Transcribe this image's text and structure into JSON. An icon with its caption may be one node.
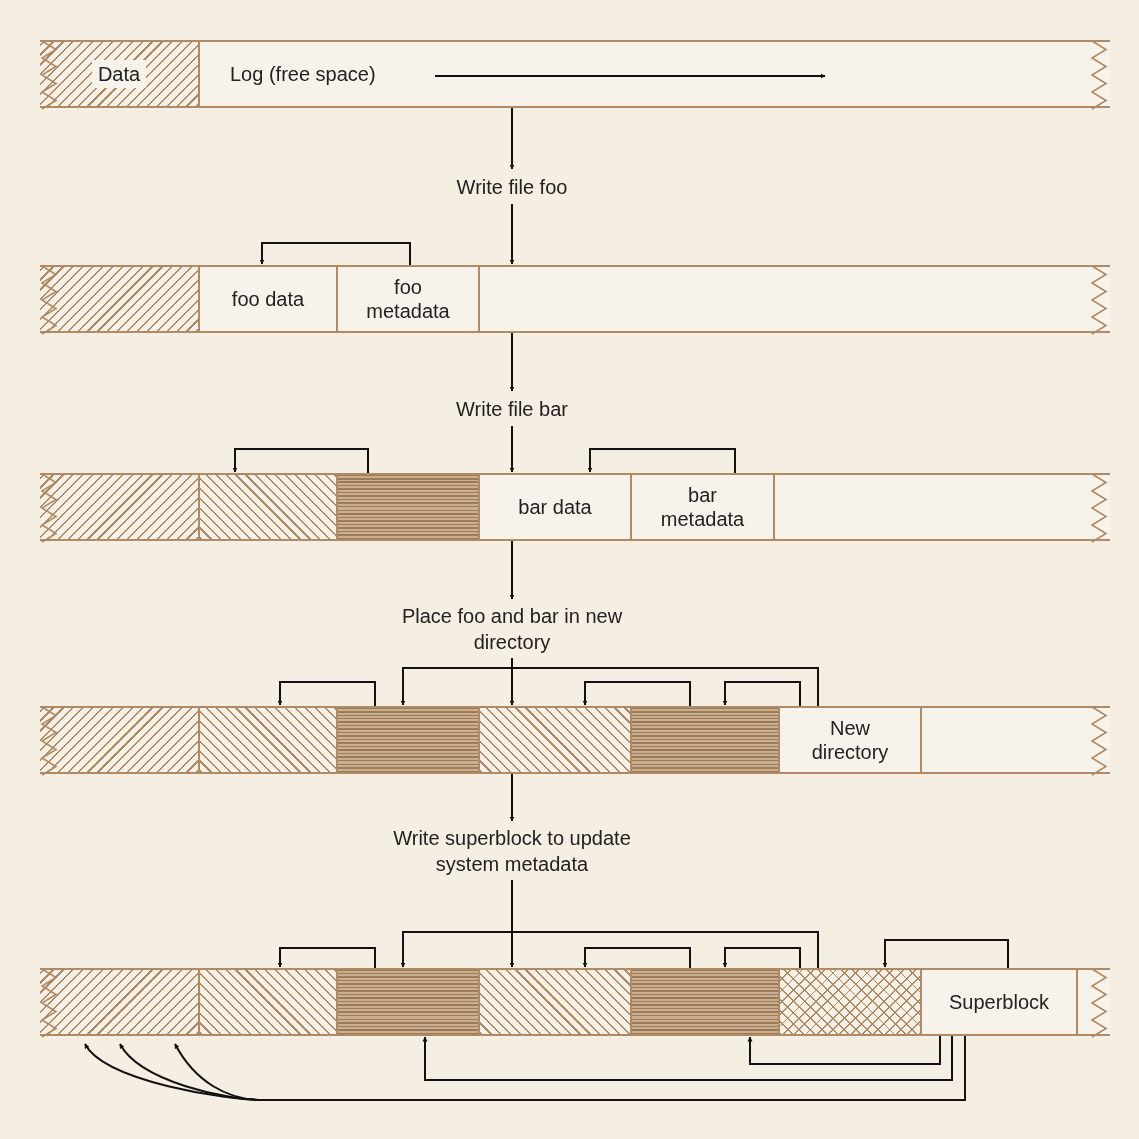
{
  "diagram": {
    "nodes": [
      {
        "text": [],
        "shape": "bar"
      },
      {
        "text": [
          "Data"
        ],
        "in": 0
      },
      {
        "text": [
          "Log (free space)"
        ],
        "in": 0
      },
      {
        "text": [
          "Write file foo"
        ]
      },
      {
        "text": [],
        "shape": "bar"
      },
      {
        "text": [],
        "shape": "box",
        "in": 4
      },
      {
        "text": [
          "foo data"
        ],
        "in": 4
      },
      {
        "text": [
          "foo metadata"
        ],
        "in": 4
      },
      {
        "text": [
          "Write file bar"
        ]
      },
      {
        "text": [],
        "shape": "bar"
      },
      {
        "text": [],
        "shape": "box",
        "in": 9
      },
      {
        "text": [],
        "shape": "box",
        "in": 9
      },
      {
        "text": [],
        "shape": "box",
        "in": 9
      },
      {
        "text": [
          "bar data"
        ],
        "in": 9
      },
      {
        "text": [
          "bar metadata"
        ],
        "in": 9
      },
      {
        "text": [
          "Place foo and bar in new directory"
        ]
      },
      {
        "text": [],
        "shape": "bar"
      },
      {
        "text": [],
        "shape": "box",
        "in": 16
      },
      {
        "text": [],
        "shape": "box",
        "in": 16
      },
      {
        "text": [],
        "shape": "box",
        "in": 16
      },
      {
        "text": [],
        "shape": "box",
        "in": 16
      },
      {
        "text": [],
        "shape": "box",
        "in": 16
      },
      {
        "text": [
          "New directory"
        ],
        "in": 16
      },
      {
        "text": [
          "Write superblock to update system metadata"
        ]
      },
      {
        "text": [],
        "shape": "bar"
      },
      {
        "text": [],
        "shape": "box",
        "in": 24
      },
      {
        "text": [],
        "shape": "box",
        "in": 24
      },
      {
        "text": [],
        "shape": "box",
        "in": 24
      },
      {
        "text": [],
        "shape": "box",
        "in": 24
      },
      {
        "text": [],
        "shape": "box",
        "in": 24
      },
      {
        "text": [],
        "shape": "box",
        "in": 24
      },
      {
        "text": [
          "Superblock"
        ],
        "in": 24
      }
    ],
    "edges": [
      {
        "from": 0,
        "to": 3,
        "arrow": "to"
      },
      {
        "from": 3,
        "to": 4,
        "arrow": "to"
      },
      {
        "from": 7,
        "to": 6,
        "arrow": "to"
      },
      {
        "from": 4,
        "to": 8,
        "arrow": "to"
      },
      {
        "from": 8,
        "to": 9,
        "arrow": "to"
      },
      {
        "from": 12,
        "to": 11,
        "arrow": "to"
      },
      {
        "from": 14,
        "to": 13,
        "arrow": "to"
      },
      {
        "from": 9,
        "to": 15,
        "arrow": "to"
      },
      {
        "from": 15,
        "to": 16,
        "arrow": "to"
      },
      {
        "from": 19,
        "to": 18,
        "arrow": "to"
      },
      {
        "from": 21,
        "to": 20,
        "arrow": "to"
      },
      {
        "from": 22,
        "to": 21,
        "arrow": "to"
      },
      {
        "from": 22,
        "to": 19,
        "arrow": "to"
      },
      {
        "from": 16,
        "to": 23,
        "arrow": "to"
      },
      {
        "from": 23,
        "to": 24,
        "arrow": "to"
      },
      {
        "from": 27,
        "to": 26,
        "arrow": "to"
      },
      {
        "from": 29,
        "to": 28,
        "arrow": "to"
      },
      {
        "from": 30,
        "to": 29,
        "arrow": "to"
      },
      {
        "from": 30,
        "to": 27,
        "arrow": "to"
      },
      {
        "from": 31,
        "to": 30,
        "arrow": "to"
      },
      {
        "from": 31,
        "to": 27,
        "arrow": "to"
      },
      {
        "from": 31,
        "to": 29,
        "arrow": "to"
      },
      {
        "from": 31,
        "to": 25,
        "arrow": "to"
      },
      {
        "from": 31,
        "to": 25,
        "arrow": "to"
      },
      {
        "from": 31,
        "to": 25,
        "arrow": "to"
      }
    ]
  }
}
